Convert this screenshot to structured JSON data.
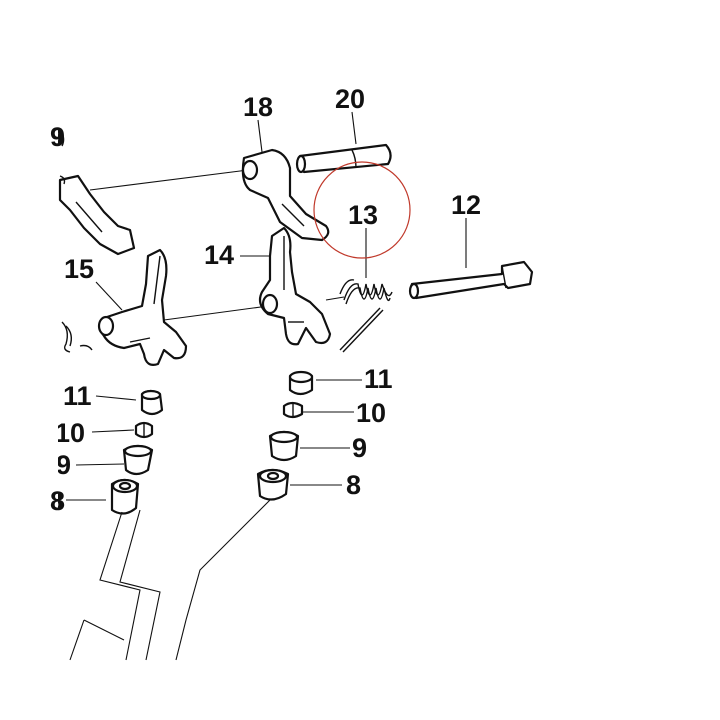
{
  "diagram": {
    "callouts": [
      {
        "id": "c18",
        "text": "18"
      },
      {
        "id": "c20",
        "text": "20"
      },
      {
        "id": "c13",
        "text": "13"
      },
      {
        "id": "c12",
        "text": "12"
      },
      {
        "id": "c14",
        "text": "14"
      },
      {
        "id": "c15",
        "text": "15"
      },
      {
        "id": "c9top",
        "text": "9"
      },
      {
        "id": "c11l",
        "text": "11"
      },
      {
        "id": "c10l",
        "text": "10"
      },
      {
        "id": "c9l",
        "text": "9"
      },
      {
        "id": "c8l",
        "text": "8"
      },
      {
        "id": "c11r",
        "text": "11"
      },
      {
        "id": "c10r",
        "text": "10"
      },
      {
        "id": "c9r",
        "text": "9"
      },
      {
        "id": "c8r",
        "text": "8"
      }
    ],
    "colors": {
      "line": "#111111",
      "highlight_circle": "#c0392b",
      "background": "#ffffff"
    }
  }
}
